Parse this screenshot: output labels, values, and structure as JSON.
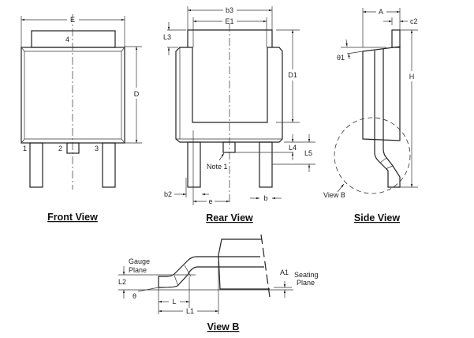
{
  "front_view": {
    "title": "Front View",
    "dims": {
      "E": "E",
      "D": "D"
    },
    "pins": [
      "1",
      "2",
      "3",
      "4"
    ]
  },
  "rear_view": {
    "title": "Rear View",
    "dims": {
      "b3": "b3",
      "E1": "E1",
      "L3": "L3",
      "D1": "D1",
      "L4": "L4",
      "L5": "L5",
      "b2": "b2",
      "e": "e",
      "b": "b"
    },
    "note": "Note 1"
  },
  "side_view": {
    "title": "Side View",
    "dims": {
      "A": "A",
      "c2": "c2",
      "theta1": "θ1",
      "H": "H"
    },
    "callout": "View B"
  },
  "view_b": {
    "title": "View B",
    "gauge_plane": [
      "Gauge",
      "Plane"
    ],
    "seating_plane": [
      "Seating",
      "Plane"
    ],
    "dims": {
      "L2": "L2",
      "theta": "θ",
      "L": "L",
      "L1": "L1",
      "A1": "A1"
    }
  }
}
